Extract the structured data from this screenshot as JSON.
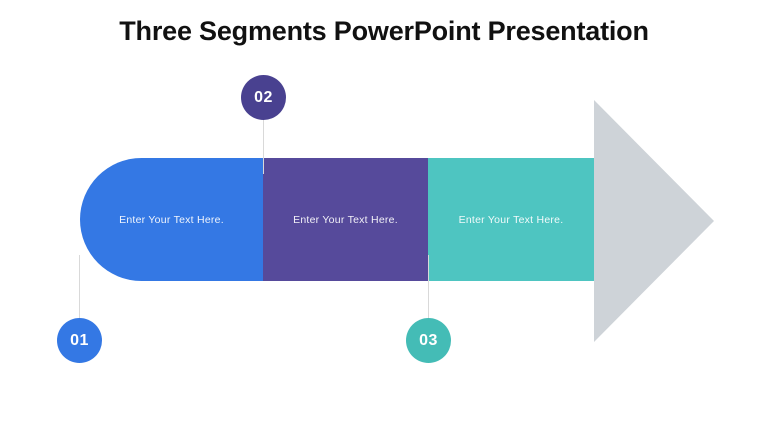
{
  "slide": {
    "title": "Three Segments PowerPoint Presentation",
    "background": "#ffffff"
  },
  "arrow": {
    "head_color": "#ced3d8",
    "head_label": "arrow-head"
  },
  "segments": [
    {
      "id": "01",
      "marker_label": "01",
      "text": "Enter Your Text Here.",
      "color": "#3478e4",
      "marker_color": "#3478e4"
    },
    {
      "id": "02",
      "marker_label": "02",
      "text": "Enter Your Text Here.",
      "color": "#564a9b",
      "marker_color": "#494190"
    },
    {
      "id": "03",
      "marker_label": "03",
      "text": "Enter Your Text Here.",
      "color": "#4ec5c1",
      "marker_color": "#44bcb6"
    }
  ],
  "connector": {
    "color": "#d9d9d9"
  }
}
